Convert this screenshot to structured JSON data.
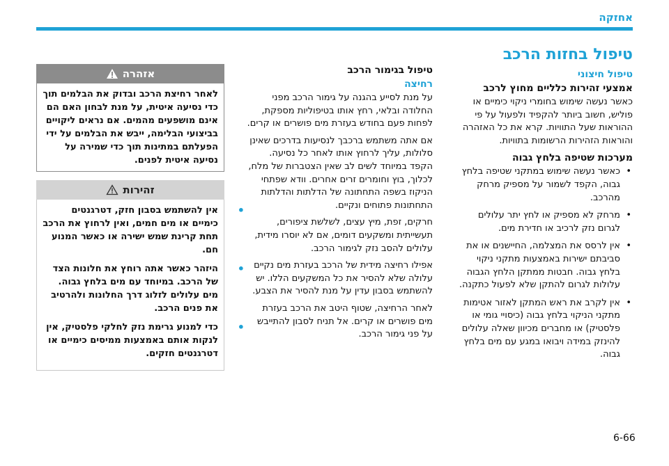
{
  "header": {
    "section": "אחזקה"
  },
  "right_column": {
    "title": "טיפול בחזות הרכב",
    "external_heading": "טיפול חיצוני",
    "precautions_heading": "אמצעי זהירות כלליים מחוץ לרכב",
    "precautions_text": "כאשר נעשה שימוש בחומרי ניקוי כימיים או פוליש, חשוב ביותר להקפיד ולפעול על פי ההוראות שעל התוויות. קרא את כל האזהרה והוראות הזהירות הרשומות בתוויות.",
    "wash_heading": "מערכות שטיפה בלחץ גבוה",
    "bullets": [
      "כאשר נעשה שימוש במתקני שטיפה בלחץ גבוה, הקפד לשמור על מספיק מרחק מהרכב.",
      "מרחק לא מספיק או לחץ יתר עלולים לגרום נזק לרכיב או חדירת מים.",
      "אין לרסס את המצלמה, החיישנים או את סביבתם ישירות באמצעות מתקני ניקוי בלחץ גבוה. חבטות ממתקן הלחץ הגבוה עלולות לגרום להתקן שלא לפעול כתקנה.",
      "אין לקרב את ראש המתקן לאזור אטימות מתקני הניקוי בלחץ גבוה (כיסויי גומי או פלסטיק) או מחברים מכיוון שאלה עלולים להינזק במידה ויבואו במגע עם מים בלחץ גבוה."
    ]
  },
  "middle_column": {
    "heading": "טיפול בגימור הרכב",
    "wash_subheading": "רחיצה",
    "paragraphs": [
      "על מנת לסייע בהגנה על גימור הרכב מפני החלודה ובלאי, רחץ אותו בטיפוליות מספקת, לפחות פעם בחודש בעזרת מים פושרים או קרים.",
      "אם אתה משתמש ברכבך לנסיעות בדרכים שאינן סלולות, עליך לרחוץ אותו לאחר כל נסיעה. הקפד במיוחד לשים לב שאין הצטברות של מלח, לכלוך, בוץ וחומרים זרים אחרים. וודא שפתחי הניקוז בשפה התחתונה של הדלתות והדלתות התחתונות פתוחים ונקיים.",
      "חרקים, זפת, מיץ עצים, לשלשת ציפורים, תעשייתית ומשקעים דומים, אם לא יוסרו מידית, עלולים להסב נזק לגימור הרכב.",
      "אפילו רחיצה מידית של הרכב בעזרת מים נקיים עלולה שלא להסיר את כל המשקעים הללו. יש להשתמש בסבון עדין על מנת להסיר את הצבע.",
      "לאחר הרחיצה, שטוף היטב את הרכב בעזרת מים פושרים או קרים. אל תניח לסבון להתייבש על פני גימור הרכב."
    ]
  },
  "left_column": {
    "warning": {
      "title": "אזהרה",
      "text": "לאחר רחיצת הרכב ובדוק את הבלמים תוך כדי נסיעה איטית, על מנת לבחון האם הם אינם מושפעים מהמים. אם נראים ליקויים בביצועי הבלימה, ייבש את הבלמים על ידי הפעלתם במתינות תוך כדי שמירה על נסיעה איטית לפנים."
    },
    "caution": {
      "title": "זהירות",
      "items": [
        "אין להשתמש בסבון חזק, דטרגנטים כימיים או מים חמים, ואין לרחוץ את הרכב תחת קרינת שמש ישירה או כאשר המנוע חם.",
        "היזהר כאשר אתה רוחץ את חלונות הצד של הרכב. במיוחד עם מים בלחץ גבוה. מים עלולים לזלוג דרך החלונות ולהרטיב את פנים הרכב.",
        "כדי למנוע גרימת נזק לחלקי פלסטיק, אין לנקות אותם באמצעות ממיסים כימיים או דטרגנטים חזקים."
      ]
    }
  },
  "footer": {
    "page_number": "6-66"
  },
  "colors": {
    "accent": "#1fa2d6",
    "warning_header": "#8c8c8c",
    "caution_header": "#d3d3d3"
  },
  "icons": {
    "warning": "warning-triangle-icon",
    "caution": "caution-triangle-icon"
  }
}
